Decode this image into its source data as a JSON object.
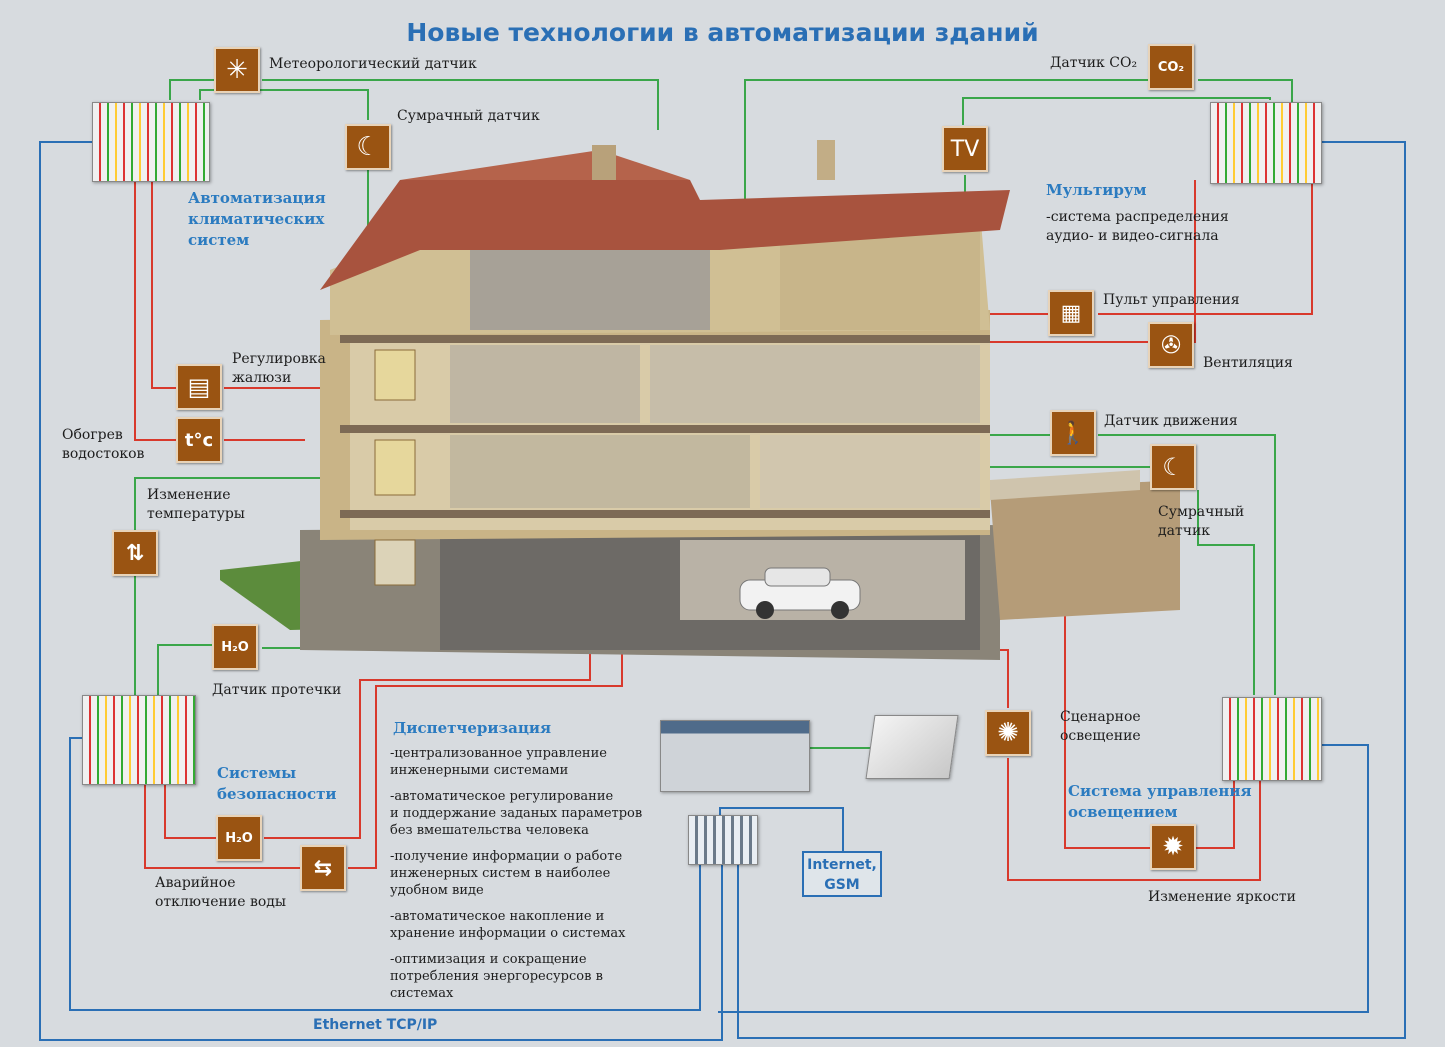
{
  "title": "Новые технологии  в автоматизации зданий",
  "labels": {
    "meteo": "Метеорологический датчик",
    "twilight_top": "Сумрачный датчик",
    "co2": "Датчик CO₂",
    "blinds": "Регулировка\nжалюзи",
    "gutter": "Обогрев\nводостоков",
    "temp": "Изменение\nтемпературы",
    "leak": "Датчик протечки",
    "water_off": "Аварийное\nотключение воды",
    "remote": "Пульт управления",
    "ventilation": "Вентиляция",
    "motion": "Датчик движения",
    "twilight_right": "Сумрачный\nдатчик",
    "scene": "Сценарное\nосвещение",
    "brightness": "Изменение яркости",
    "multiroom_desc": "-система распределения\nаудио- и видео-сигнала"
  },
  "sections": {
    "climate": "Автоматизация\nклиматических\nсистем",
    "multiroom": "Мультирум",
    "security": "Системы\nбезопасности",
    "dispatch": "Диспетчеризация",
    "lighting": "Система управления\nосвещением"
  },
  "dispatch_items": [
    "-централизованное управление\nинженерными системами",
    "-автоматическое регулирование\nи поддержание заданых параметров\nбез вмешательства человека",
    "-получение информации о работе\nинженерных систем в наиболее\nудобном виде",
    "-автоматическое накопление и\nхранение информации о системах",
    "-оптимизация и сокращение\nпотребления энергоресурсов в\nсистемах"
  ],
  "network": {
    "internet": "Internet,\nGSM",
    "ethernet": "Ethernet TCP/IP"
  },
  "icons": {
    "tv": "TV",
    "gutter": "t°c",
    "meteo": "✳",
    "twilight": "☾",
    "blinds": "▤",
    "co2": "CO₂",
    "remote": "▦",
    "ventilation": "✇",
    "motion": "🚶",
    "temp": "⇅",
    "leak": "H₂O",
    "water_off": "⇆",
    "scene": "✺",
    "brightness": "✹"
  },
  "colors": {
    "title": "#2a6fb5",
    "green_wire": "#3aa64a",
    "red_wire": "#d8392c",
    "blue_wire": "#2a6fb5",
    "icon_bg": "#9a5412"
  }
}
